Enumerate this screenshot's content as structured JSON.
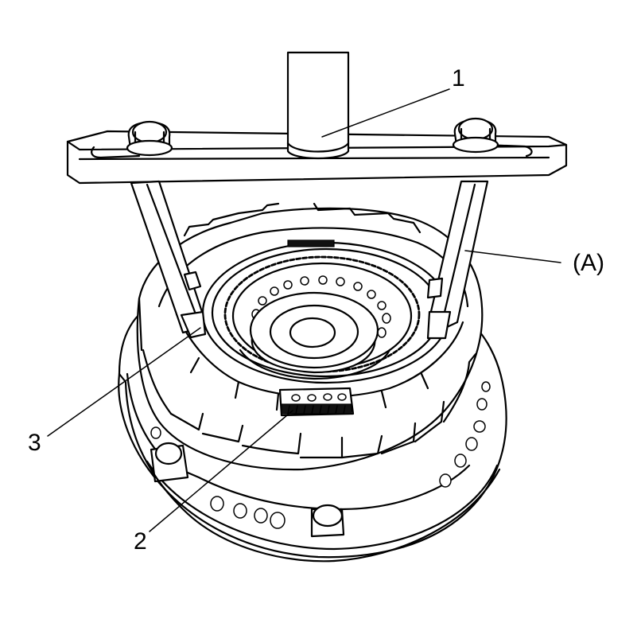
{
  "callouts": {
    "one": "1",
    "two": "2",
    "three": "3",
    "tool": "(A)"
  }
}
